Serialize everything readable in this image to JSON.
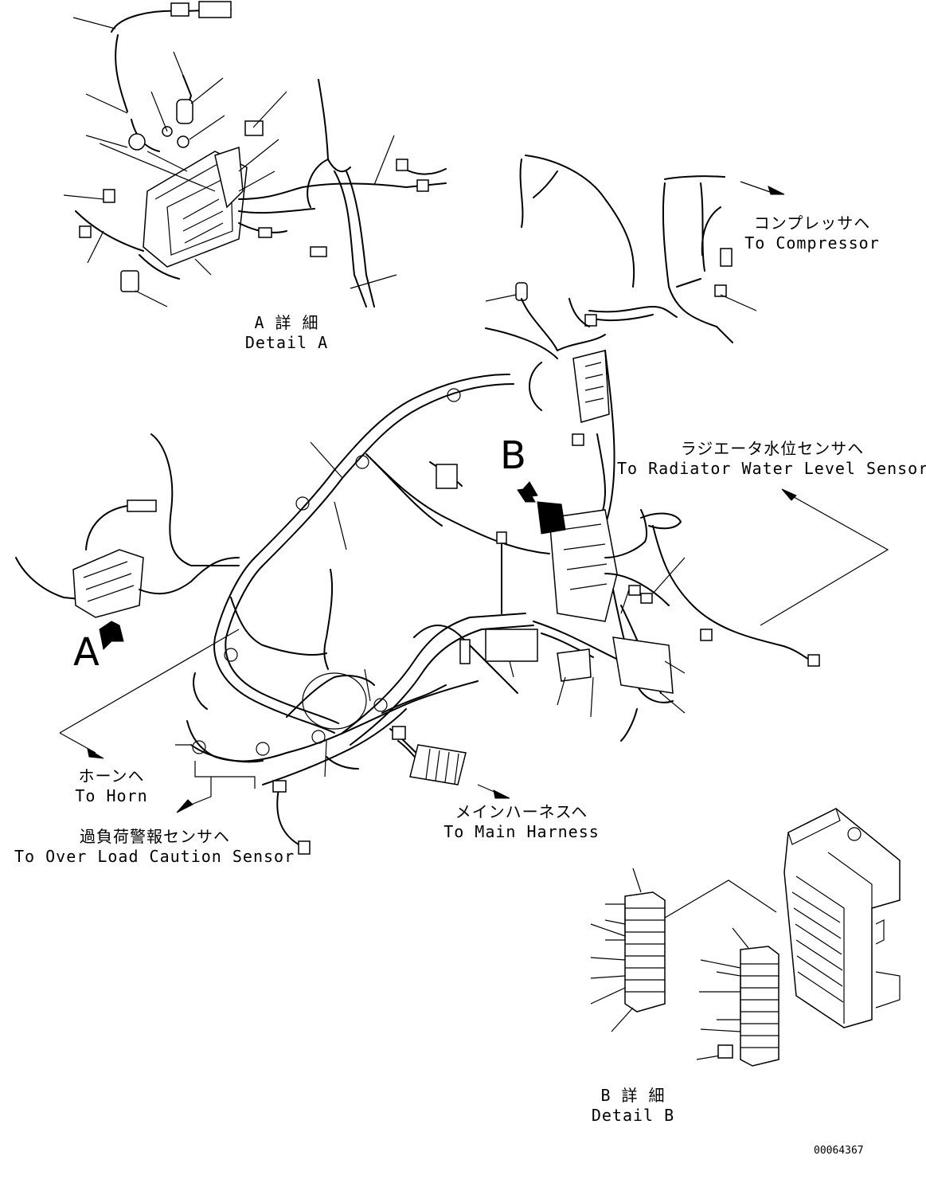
{
  "labels": {
    "detail_a_jp": "A 詳 細",
    "detail_a_en": "Detail A",
    "compressor_jp": "コンプレッサヘ",
    "compressor_en": "To Compressor",
    "radiator_jp": "ラジエータ水位センサヘ",
    "radiator_en": "To Radiator Water Level Sensor",
    "horn_jp": "ホーンヘ",
    "horn_en": "To Horn",
    "overload_jp": "過負荷警報センサヘ",
    "overload_en": "To Over Load Caution Sensor",
    "main_harness_jp": "メインハーネスヘ",
    "main_harness_en": "To Main Harness",
    "detail_b_jp": "B 詳 細",
    "detail_b_en": "Detail B"
  },
  "view_markers": {
    "a": "A",
    "b": "B"
  },
  "drawing_number": "00064367",
  "colors": {
    "ink": "#000000",
    "paper": "#ffffff"
  }
}
